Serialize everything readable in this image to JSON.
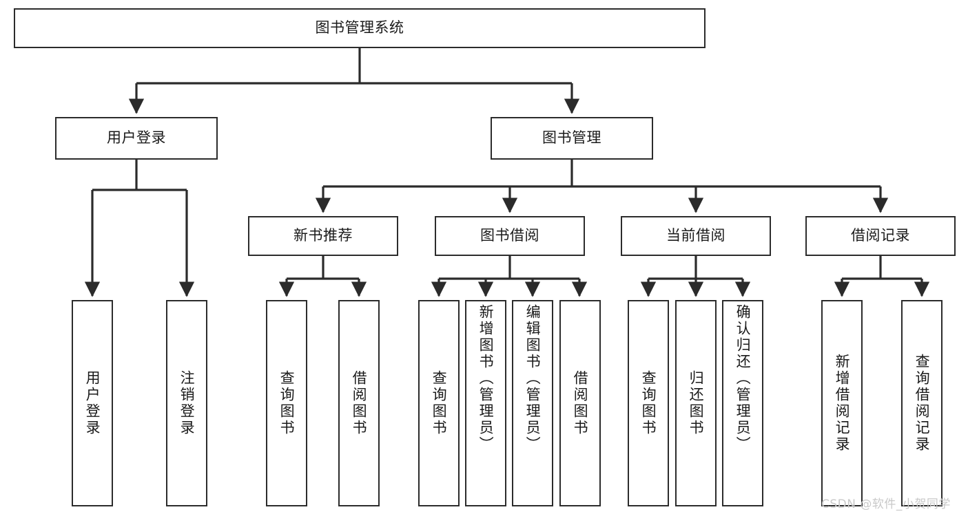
{
  "diagram": {
    "title": "图书管理系统",
    "type": "tree-structure-diagram",
    "colors": {
      "box_border": "#2b2b2b",
      "box_fill": "#ffffff",
      "edge": "#2b2b2b",
      "text": "#1a1a1a",
      "watermark": "#c9c9c9",
      "background": "#ffffff"
    },
    "watermark": "CSDN @软件_小贺同学",
    "nodes": {
      "root": {
        "label": "图书管理系统"
      },
      "level2": [
        {
          "label": "用户登录"
        },
        {
          "label": "图书管理"
        }
      ],
      "level3": [
        {
          "label": "新书推荐"
        },
        {
          "label": "图书借阅"
        },
        {
          "label": "当前借阅"
        },
        {
          "label": "借阅记录"
        }
      ],
      "leaves": {
        "user_login": [
          {
            "label": "用户登录"
          },
          {
            "label": "注销登录"
          }
        ],
        "new_book_recommend": [
          {
            "label": "查询图书"
          },
          {
            "label": "借阅图书"
          }
        ],
        "book_borrow": [
          {
            "label": "查询图书"
          },
          {
            "label": "新增图书（管理员）"
          },
          {
            "label": "编辑图书（管理员）"
          },
          {
            "label": "借阅图书"
          }
        ],
        "current_borrow": [
          {
            "label": "查询图书"
          },
          {
            "label": "归还图书"
          },
          {
            "label": "确认归还（管理员）"
          }
        ],
        "borrow_record": [
          {
            "label": "新增借阅记录"
          },
          {
            "label": "查询借阅记录"
          }
        ]
      }
    }
  }
}
